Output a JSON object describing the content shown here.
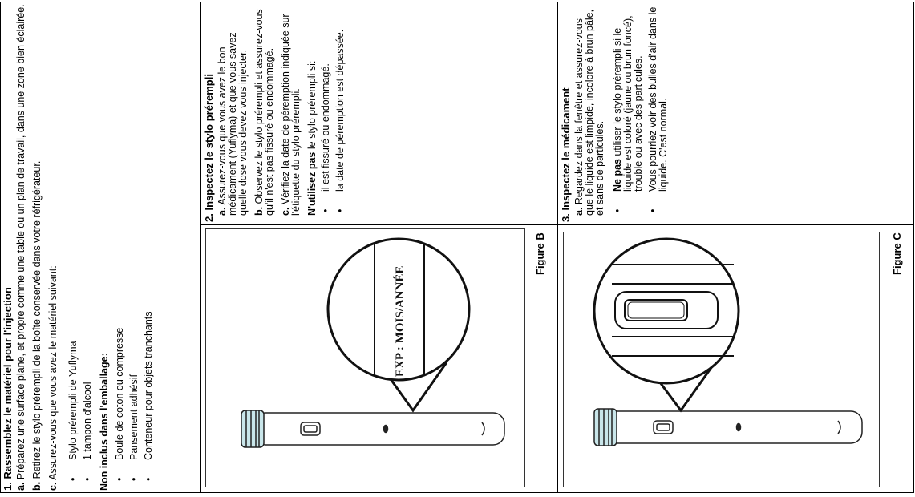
{
  "col1": {
    "heading": "1. Rassemblez le matériel pour l'injection",
    "a_label": "a.",
    "a_text": " Préparez une surface plane, et propre comme une table ou un plan de travail, dans une zone bien éclairée.",
    "b_label": "b.",
    "b_text": " Retirez le stylo prérempli de la boîte conservée dans votre réfrigérateur.",
    "c_label": "c.",
    "c_text": " Assurez-vous que vous avez le matériel suivant:",
    "items": [
      "Stylo prérempli de Yuflyma",
      "1 tampon d'alcool"
    ],
    "not_included_label": "Non inclus dans l'emballage:",
    "not_included": [
      "Boule de coton ou compresse",
      "Pansement adhésif",
      "Conteneur pour objets tranchants"
    ]
  },
  "col2": {
    "heading": "2. Inspectez le stylo prérempli",
    "a_label": "a.",
    "a_text": " Assurez-vous que vous avez le bon médicament (Yuflyma) et que vous savez quelle dose vous devez vous injecter.",
    "b_label": "b.",
    "b_text": " Observez le stylo prérempli et assurez-vous qu'il n'est pas fissuré ou endommagé.",
    "c_label": "c.",
    "c_text": " Vérifiez la date de péremption indiquée sur l'étiquette du stylo prérempli.",
    "dont_bold": "N'utilisez pas",
    "dont_rest": " le stylo prérempli si:",
    "items": [
      "il est fissuré ou endommagé.",
      "la date de péremption est dépassée."
    ],
    "figure_label": "Figure B",
    "exp_text": "EXP : MOIS/ANNÉE"
  },
  "col3": {
    "heading": "3. Inspectez le médicament",
    "a_label": "a.",
    "a_text": " Regardez dans la fenêtre et assurez-vous que le liquide est limpide, incolore à brun pâle, et sans de particules.",
    "item1_bold": "Ne pas",
    "item1_rest": " utiliser le stylo prérempli si le liquide est coloré (jaune ou brun foncé), trouble ou avec des particules.",
    "item2": "Vous pourriez voir des bulles d'air dans le liquide. C'est normal.",
    "figure_label": "Figure C"
  }
}
